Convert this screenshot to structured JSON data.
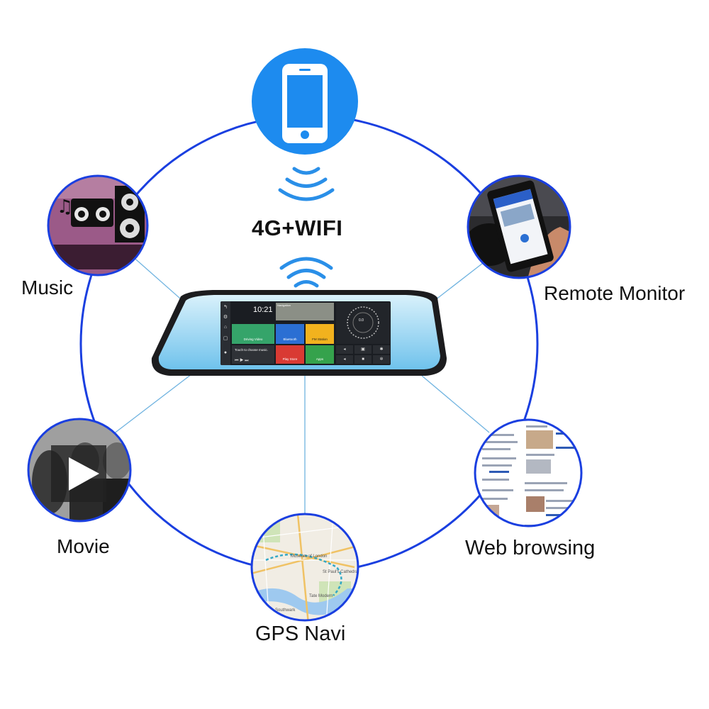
{
  "features": {
    "music": "Music",
    "remote_monitor": "Remote Monitor",
    "movie": "Movie",
    "web_browsing": "Web browsing",
    "gps_navi": "GPS Navi"
  },
  "connectivity_label": "4G+WIFI",
  "icons": {
    "phone": "smartphone-icon",
    "signal": "wifi-signal-icon"
  },
  "colors": {
    "ring": "#1a3fe0",
    "connector": "#6fb3e0",
    "phone_bg": "#1d8bef",
    "signal": "#2a8fe8"
  },
  "screen": {
    "clock": "10:21",
    "nav_tile": "Navigation",
    "tiles": {
      "driving_video": "Driving Video",
      "bluetooth": "Bluetooth",
      "fm_station": "FM Station",
      "music_prompt": "Touch to choose music.",
      "play_store": "Play Store",
      "apps": "Apps"
    },
    "gauge_value": "0.0"
  }
}
